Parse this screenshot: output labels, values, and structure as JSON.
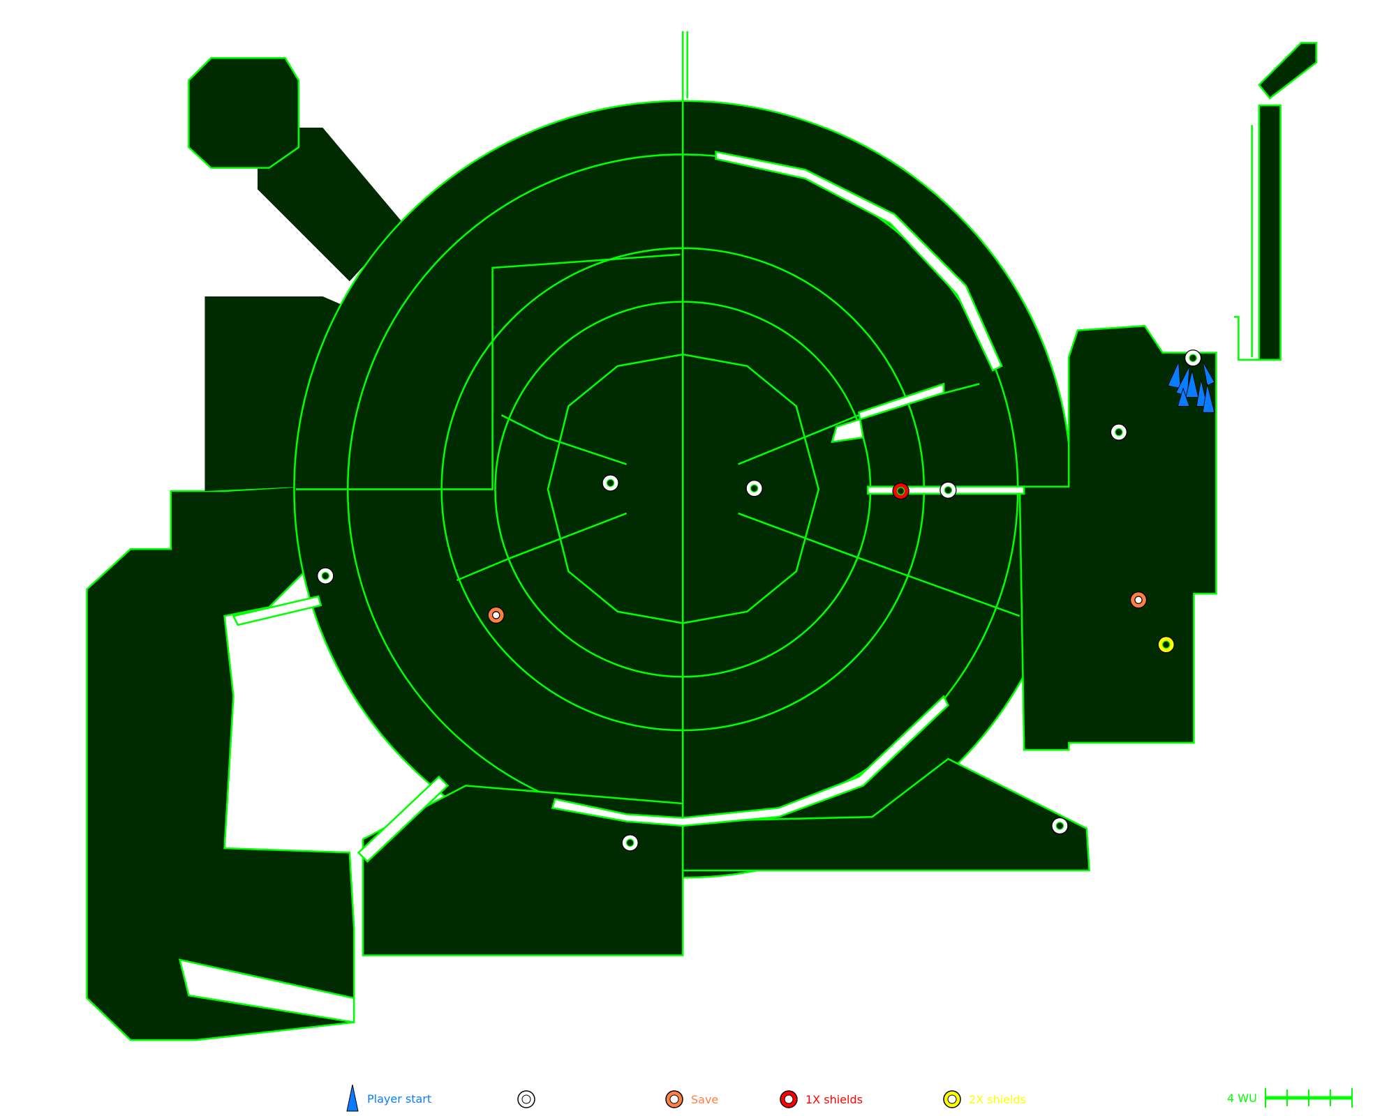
{
  "legend": {
    "player_start": {
      "label": "Player start",
      "color": "#0a7cff"
    },
    "teleporter": {
      "label": "",
      "color": "#ffffff"
    },
    "save": {
      "label": "Save",
      "color": "#ff8040"
    },
    "shields_1x": {
      "label": "1X shields",
      "color": "#ff0000"
    },
    "shields_2x": {
      "label": "2X shields",
      "color": "#ffff00"
    },
    "scale": {
      "label": "4 WU",
      "color": "#00ff00"
    }
  },
  "colors": {
    "floor": "#002a00",
    "wall": "#00ff00",
    "background": "#ffffff"
  }
}
